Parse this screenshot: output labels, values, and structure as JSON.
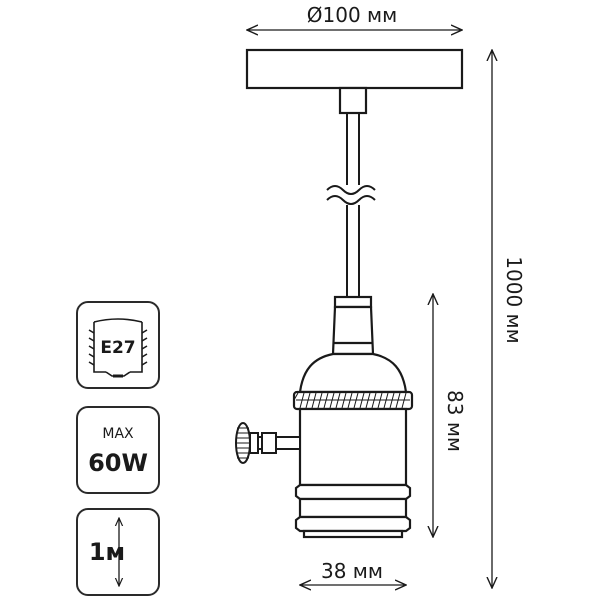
{
  "dimensions": {
    "top_diameter": "Ø100 мм",
    "total_length": "1000 мм",
    "holder_height": "83 мм",
    "holder_width": "38 мм"
  },
  "badges": {
    "socket": {
      "label": "E27",
      "icon": "bulb-socket-icon"
    },
    "power": {
      "top": "MAX",
      "value": "60W"
    },
    "cable": {
      "value": "1м",
      "icon": "vertical-arrow-icon"
    }
  },
  "colors": {
    "line": "#1a1a1a",
    "badge_border": "#2a2a2a",
    "background": "#ffffff"
  }
}
